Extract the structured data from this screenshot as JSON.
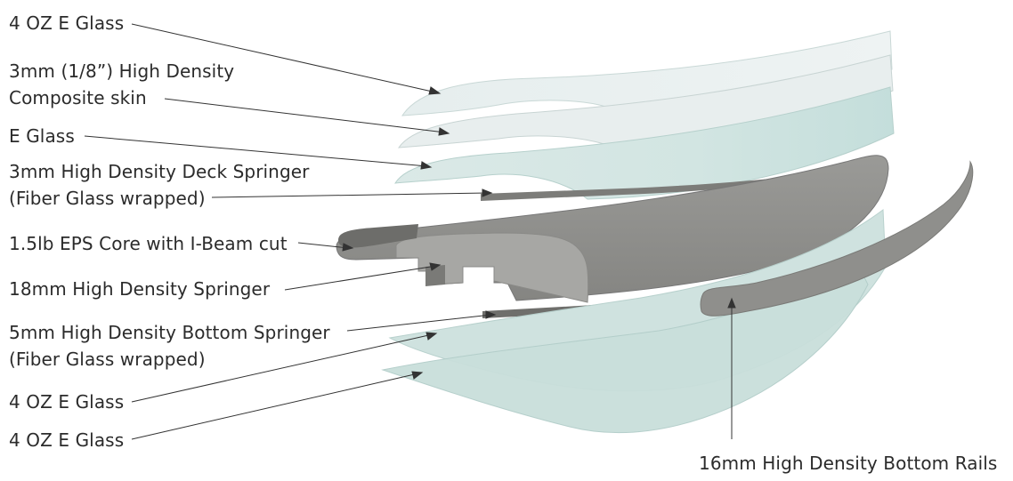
{
  "labels": {
    "l1": "4 OZ E Glass",
    "l2a": "3mm (1/8”) High Density",
    "l2b": "Composite skin",
    "l3": "E Glass",
    "l4a": "3mm High Density Deck Springer",
    "l4b": "(Fiber Glass wrapped)",
    "l5": "1.5lb EPS Core with I-Beam cut",
    "l6": "18mm High Density Springer",
    "l7a": "5mm High Density Bottom Springer",
    "l7b": "(Fiber Glass wrapped)",
    "l8": "4 OZ E Glass",
    "l9": "4 OZ E Glass",
    "l10": "16mm High Density Bottom Rails"
  },
  "colors": {
    "glass": "#cfe3e0",
    "glass_edge": "#a9c9c5",
    "core": "#8c8c89",
    "core_dark": "#6f6f6c",
    "text": "#2b2b2b"
  }
}
